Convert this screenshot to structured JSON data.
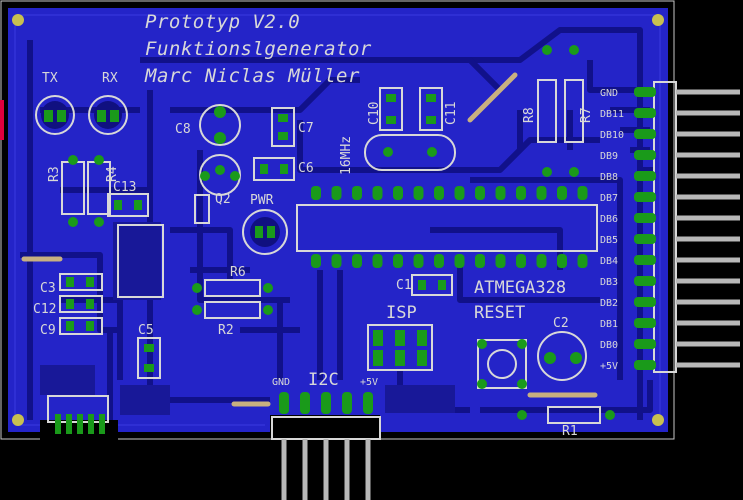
{
  "board": {
    "title_lines": [
      "Prototyp V2.0",
      "Funktionslgenerator",
      "Marc Niclas Müller"
    ],
    "colors": {
      "background": "#000000",
      "copper": "#2020c0",
      "copper_dark": "#101090",
      "pad": "#1a9a1a",
      "silk": "#d8d8d8",
      "jumper": "#c8b080"
    }
  },
  "labels": {
    "tx": "TX",
    "rx": "RX",
    "r3": "R3",
    "r4": "R4",
    "c13": "C13",
    "c8": "C8",
    "c7": "C7",
    "c6": "C6",
    "q2": "Q2",
    "pwr": "PWR",
    "c10": "C10",
    "c11": "C11",
    "crystal": "16MHz",
    "r8": "R8",
    "r7": "R7",
    "r6": "R6",
    "r2": "R2",
    "c3": "C3",
    "c12": "C12",
    "c9": "C9",
    "c5": "C5",
    "c1": "C1",
    "mcu": "ATMEGA328",
    "reset": "RESET",
    "c2": "C2",
    "isp": "ISP",
    "i2c": "I2C",
    "gnd_bottom": "GND",
    "v5_bottom": "+5V",
    "r1": "R1"
  },
  "connector_pins": [
    "GND",
    "DB11",
    "DB10",
    "DB9",
    "DB8",
    "DB7",
    "DB6",
    "DB5",
    "DB4",
    "DB3",
    "DB2",
    "DB1",
    "DB0",
    "+5V"
  ]
}
